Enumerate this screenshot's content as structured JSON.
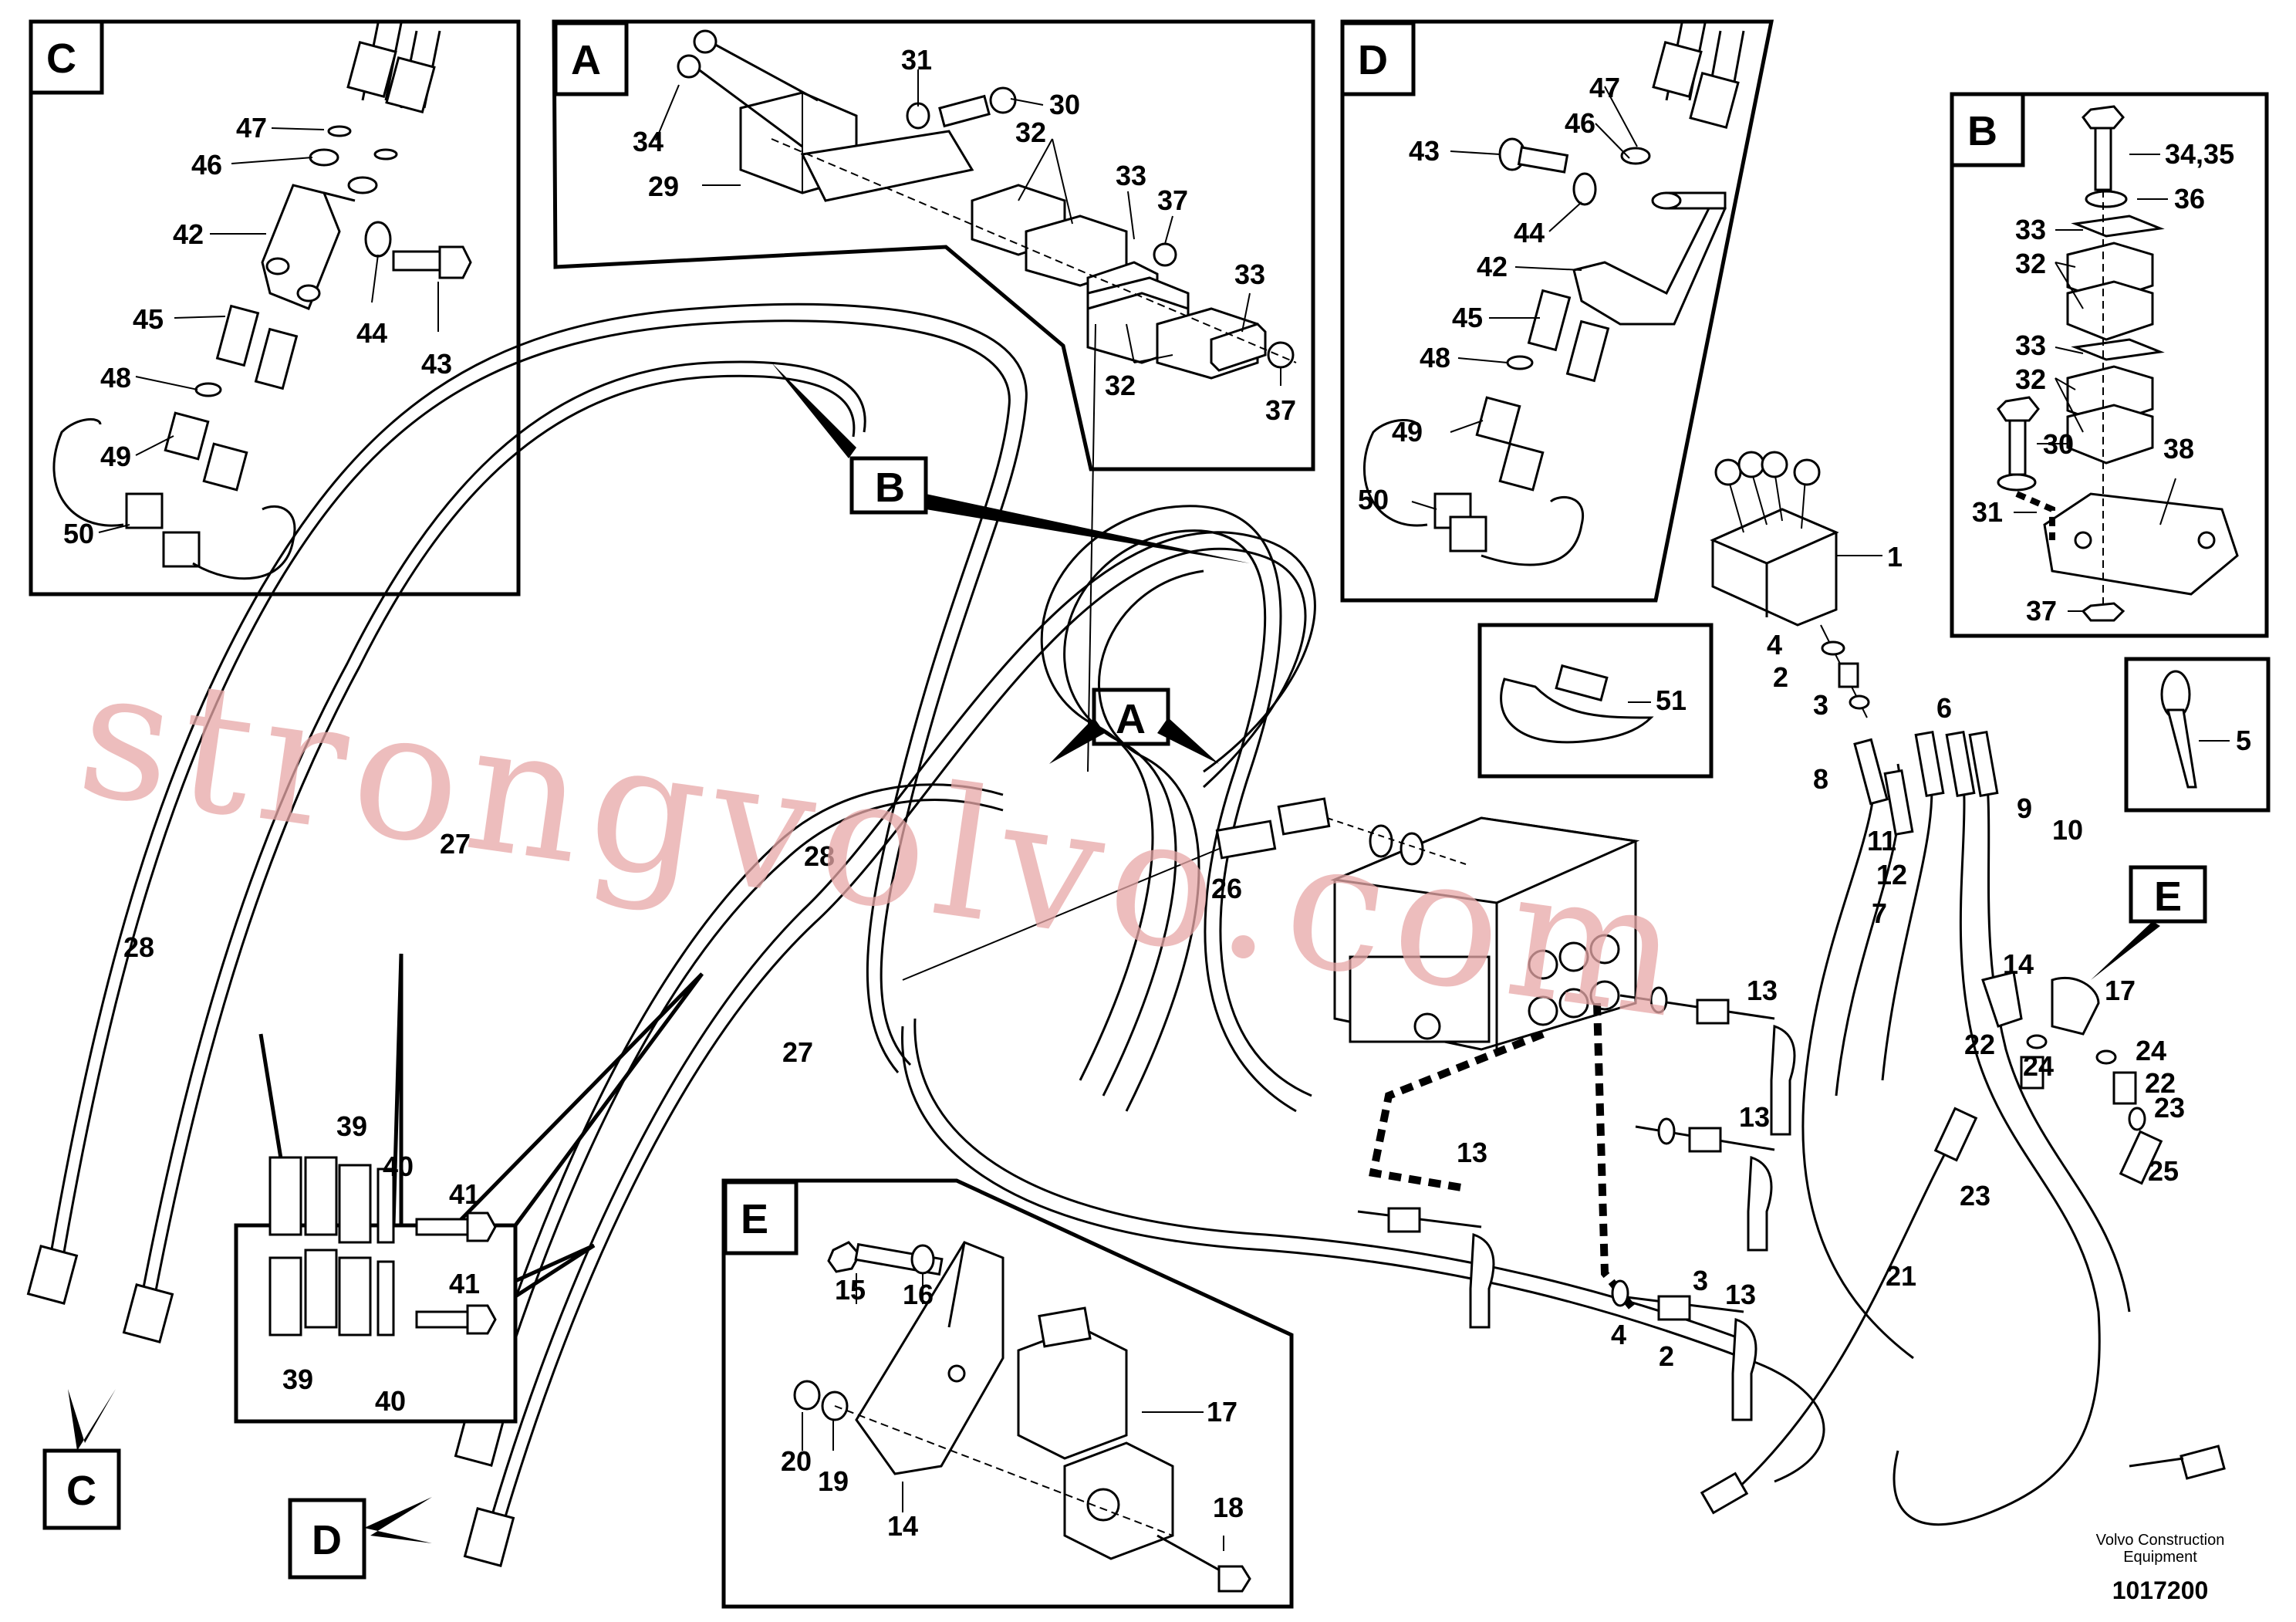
{
  "view_letters": {
    "c": "C",
    "a": "A",
    "d": "D",
    "b": "B",
    "e": "E"
  },
  "callouts": {
    "c_47": "47",
    "c_46": "46",
    "c_42": "42",
    "c_45": "45",
    "c_48": "48",
    "c_49": "49",
    "c_50": "50",
    "c_44": "44",
    "c_43": "43",
    "a_31": "31",
    "a_30": "30",
    "a_34": "34",
    "a_29": "29",
    "a_32": "32",
    "a_33": "33",
    "a_37": "37",
    "a_33b": "33",
    "a_32b": "32",
    "a_37b": "37",
    "d_47": "47",
    "d_46": "46",
    "d_43": "43",
    "d_44": "44",
    "d_42": "42",
    "d_45": "45",
    "d_48": "48",
    "d_49": "49",
    "d_50": "50",
    "b_3435": "34,35",
    "b_36": "36",
    "b_33": "33",
    "b_32": "32",
    "b_33b": "33",
    "b_32b": "32",
    "b_30": "30",
    "b_38": "38",
    "b_31": "31",
    "b_37": "37",
    "m_51": "51",
    "m_5": "5",
    "m_1": "1",
    "m_4": "4",
    "m_2": "2",
    "m_3": "3",
    "m_6": "6",
    "m_8": "8",
    "m_9": "9",
    "m_10": "10",
    "m_11": "11",
    "m_12": "12",
    "m_7": "7",
    "m_26": "26",
    "m_28": "28",
    "m_28b": "28",
    "m_27": "27",
    "m_27b": "27",
    "m_13a": "13",
    "m_13b": "13",
    "m_13c": "13",
    "m_13d": "13",
    "m_4b": "4",
    "m_2b": "2",
    "m_3b": "3",
    "m_14": "14",
    "m_17": "17",
    "m_22": "22",
    "m_24": "24",
    "m_24b": "24",
    "m_22b": "22",
    "m_23": "23",
    "m_23b": "23",
    "m_25": "25",
    "m_21": "21",
    "s_39": "39",
    "s_40": "40",
    "s_41": "41",
    "s_41b": "41",
    "s_39b": "39",
    "s_40b": "40",
    "e_15": "15",
    "e_16": "16",
    "e_17": "17",
    "e_20": "20",
    "e_19": "19",
    "e_14": "14",
    "e_18": "18"
  },
  "watermark": "strongvolvo.com",
  "manufacturer_line1": "Volvo Construction",
  "manufacturer_line2": "Equipment",
  "drawing_number": "1017200"
}
